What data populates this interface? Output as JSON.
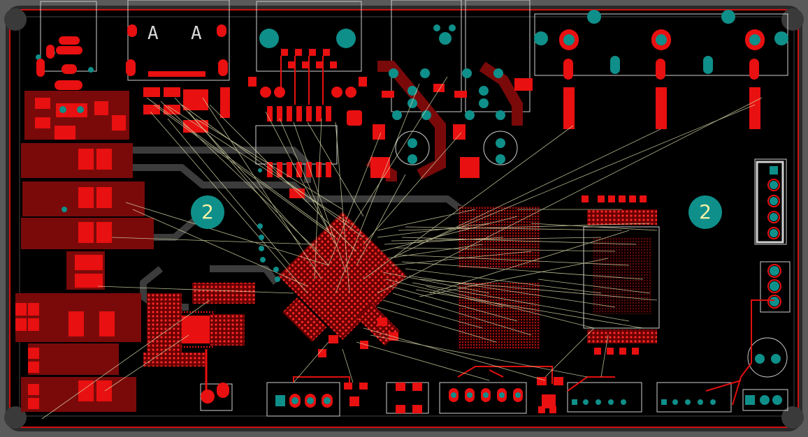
{
  "canvas": {
    "background": "#5a5a5a",
    "board_color": "#000000",
    "copper_color": "#e01010",
    "pad_color": "#0f8f8a",
    "ratsnest_color": "#d8d8a8",
    "silk_color": "#d0d0d0"
  },
  "markers": {
    "left": "2",
    "right": "2"
  },
  "usb_labels": {
    "a1": "A",
    "a2": "A"
  },
  "icons": [
    "mounting-hole-icon",
    "layer-marker-icon"
  ]
}
